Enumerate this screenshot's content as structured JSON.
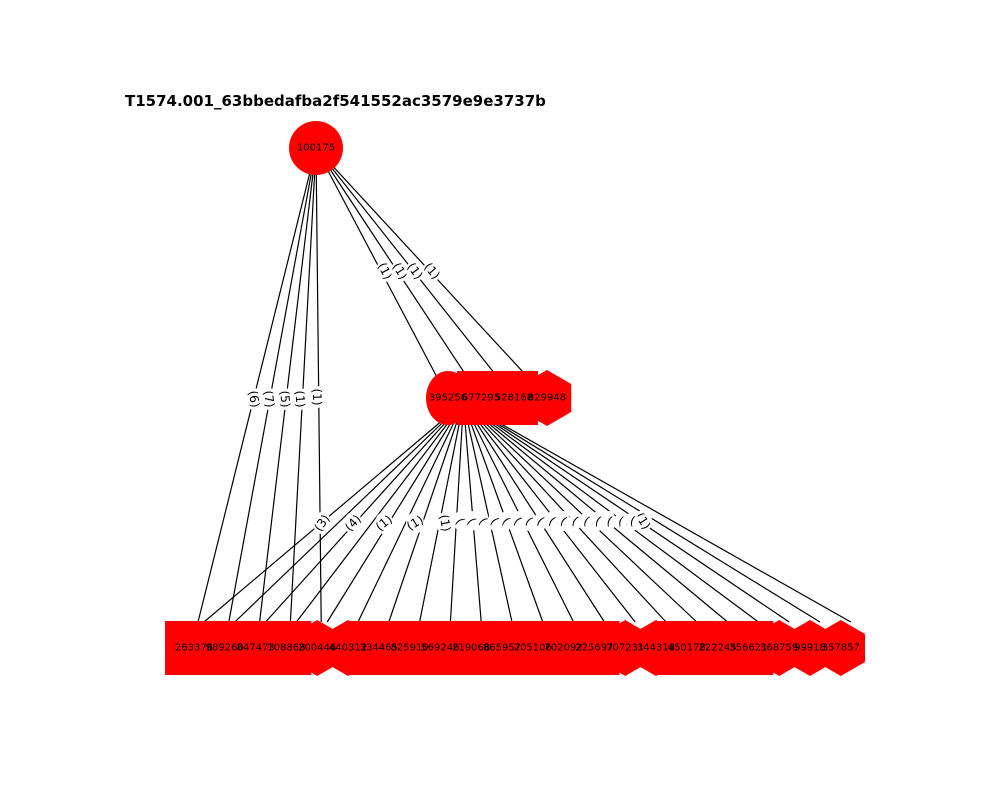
{
  "title": "T1574.001_63bbedafba2f541552ac3579e9e3737b",
  "colors": {
    "node": "#ff0000",
    "edge": "#000000",
    "text": "#000000"
  },
  "graph": {
    "root": "100175",
    "middle": [
      {
        "label": "395256",
        "edge_label": "(1)"
      },
      {
        "label": "677295",
        "edge_label": "(1)"
      },
      {
        "label": "528168",
        "edge_label": "(1)"
      },
      {
        "label": "829948",
        "edge_label": "(1)"
      }
    ],
    "leaves": [
      {
        "label": "263376"
      },
      {
        "label": "989260"
      },
      {
        "label": "847473"
      },
      {
        "label": "108868"
      },
      {
        "label": "200446"
      },
      {
        "label": "440312"
      },
      {
        "label": "334465"
      },
      {
        "label": "825910"
      },
      {
        "label": "569246"
      },
      {
        "label": "219068"
      },
      {
        "label": "865957"
      },
      {
        "label": "205106"
      },
      {
        "label": "702092"
      },
      {
        "label": "225697"
      },
      {
        "label": "707231"
      },
      {
        "label": "344318"
      },
      {
        "label": "450178"
      },
      {
        "label": "222245"
      },
      {
        "label": "356621"
      },
      {
        "label": "368759"
      },
      {
        "label": "99918"
      },
      {
        "label": "357857"
      }
    ],
    "root_to_leaf_edges": [
      {
        "leaf": "263376",
        "label": "(6)"
      },
      {
        "leaf": "989260",
        "label": "(7)"
      },
      {
        "leaf": "847473",
        "label": "(5)"
      },
      {
        "leaf": "108868",
        "label": "(1)"
      },
      {
        "leaf": "200446",
        "label": "(1)"
      }
    ],
    "middle_to_leaf_edge_labels": [
      "(3)",
      "(4)",
      "(1)",
      "(1)",
      "(1)",
      "(1)"
    ]
  }
}
